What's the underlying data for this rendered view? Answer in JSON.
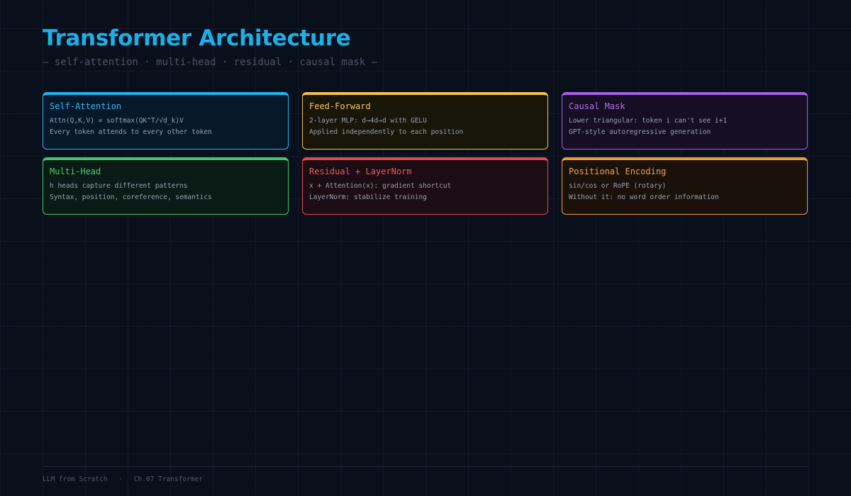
{
  "header": {
    "title": "Transformer Architecture",
    "subtitle": "— self-attention · multi-head · residual · causal mask —"
  },
  "cards": [
    {
      "title": "Self-Attention",
      "lines": [
        "Attn(Q,K,V) = softmax(QK^T/√d_k)V",
        "Every token attends to every other token"
      ],
      "color": "#1fb6f0"
    },
    {
      "title": "Feed-Forward",
      "lines": [
        "2-layer MLP: d→4d→d with GELU",
        "Applied independently to each position"
      ],
      "color": "#f2c04e"
    },
    {
      "title": "Causal Mask",
      "lines": [
        "Lower triangular: token i can't see i+1",
        "GPT-style autoregressive generation"
      ],
      "color": "#a85ee6"
    },
    {
      "title": "Multi-Head",
      "lines": [
        "h heads capture different patterns",
        "Syntax, position, coreference, semantics"
      ],
      "color": "#3ec86a"
    },
    {
      "title": "Residual + LayerNorm",
      "lines": [
        "x + Attention(x): gradient shortcut",
        "LayerNorm: stabilize training"
      ],
      "color": "#e8464e"
    },
    {
      "title": "Positional Encoding",
      "lines": [
        "sin/cos or RoPE (rotary)",
        "Without it: no word order information"
      ],
      "color": "#f09a3a"
    }
  ],
  "footer": {
    "book": "LLM from Scratch",
    "separator": "·",
    "chapter": "Ch.07 Transformer"
  },
  "theme": {
    "background": "#0a0f1c",
    "title_color": "#1ab0e8"
  }
}
